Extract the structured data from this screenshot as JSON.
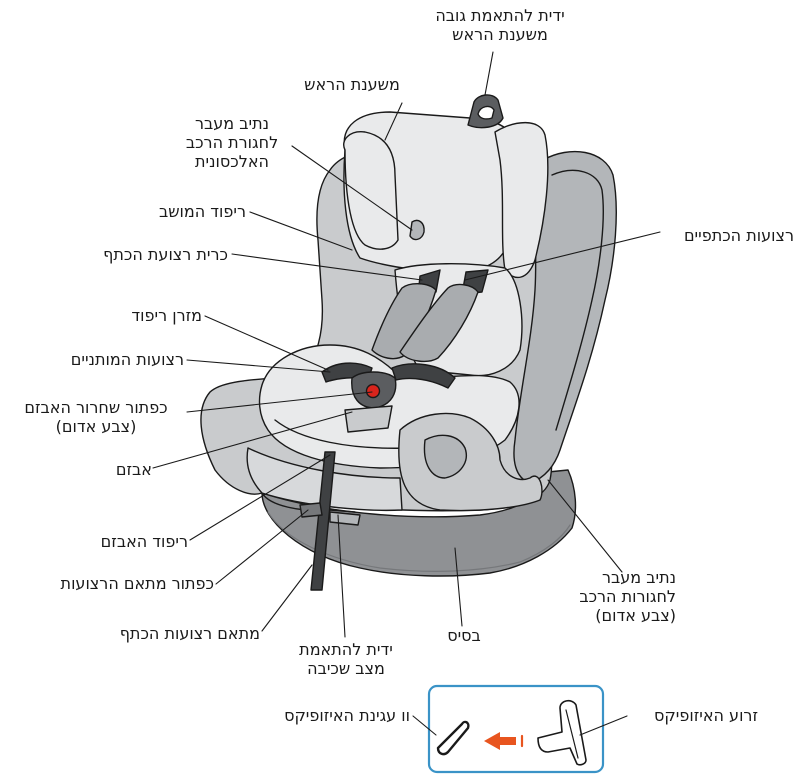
{
  "labels": {
    "headrest_handle": [
      "ידית להתאמת גובה",
      "משענת הראש"
    ],
    "headrest": "משענת הראש",
    "diagonal_belt_guide": [
      "נתיב מעבר",
      "לחגורת הרכב",
      "האלכסונית"
    ],
    "seat_padding": "ריפוד המושב",
    "shoulder_strap_pad": "כרית רצועת הכתף",
    "padding_mattress": "מזרן ריפוד",
    "hip_straps": "רצועות המותניים",
    "buckle_release": [
      "כפתור שחרור האבזם",
      "(צבע אדום)"
    ],
    "buckle": "אבזם",
    "buckle_pad": "ריפוד האבזם",
    "harness_adjust_button": "כפתור מתאם הרצועות",
    "shoulder_strap_adjuster": "מתאם רצועות הכתף",
    "recline_handle": [
      "ידית להתאמת",
      "מצב שכיבה"
    ],
    "base": "בסיס",
    "lap_belt_guide": [
      "נתיב מעבר",
      "לחגורות הרכב",
      "(צבע אדום)"
    ],
    "shoulder_straps": "רצועות הכתפיים",
    "isofix_hook": "וו עגינת האיזופיקס",
    "isofix_arm": "זרוע האיזופיקס"
  },
  "colors": {
    "outline": "#1a1a1a",
    "frame_light": "#c9cbcd",
    "frame_mid": "#b3b6b9",
    "cushion": "#e9eaeb",
    "cushion_dark": "#d7d9db",
    "base": "#8f9194",
    "base_dark": "#76787b",
    "strap": "#5b5d60",
    "strap_dark": "#3f4143",
    "shoulder_pad": "#a9acaf",
    "button_red": "#d9241c",
    "arrow_orange": "#e8551f",
    "inset_border": "#3a93c7"
  }
}
